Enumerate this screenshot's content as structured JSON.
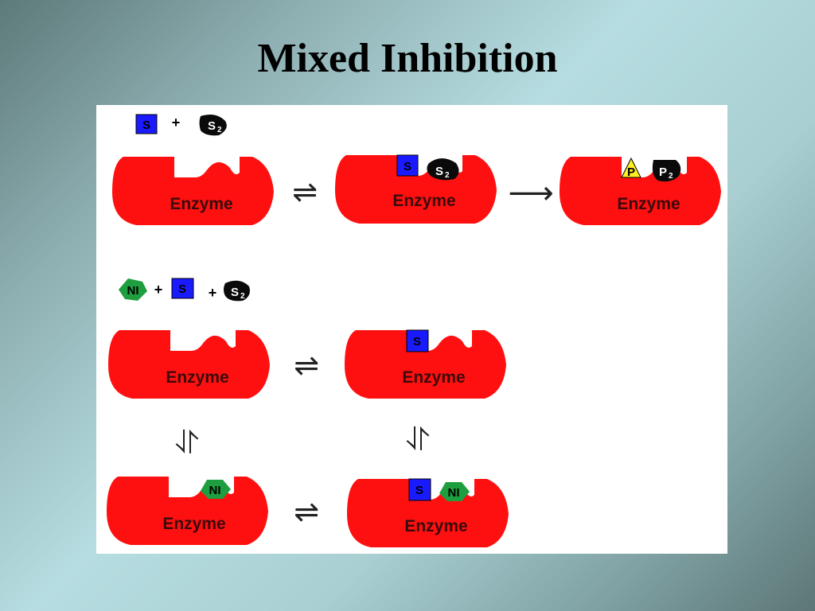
{
  "title": "Mixed Inhibition",
  "labels": {
    "enzyme": "Enzyme",
    "substrate": "S",
    "substrate2": "S",
    "product": "P",
    "product2": "P",
    "inhibitor": "NI",
    "subscript": "2",
    "plus": "+"
  },
  "colors": {
    "enzyme": "#ff1010",
    "substrate": "#1a1aff",
    "substrate2": "#0a0a0a",
    "product": "#ffee22",
    "product2": "#0a0a0a",
    "inhibitor": "#1e9e3e",
    "panel": "#ffffff"
  },
  "arrows": {
    "equilibrium": "⇌",
    "vertical_equilibrium": "⥯",
    "forward": "⟶"
  }
}
